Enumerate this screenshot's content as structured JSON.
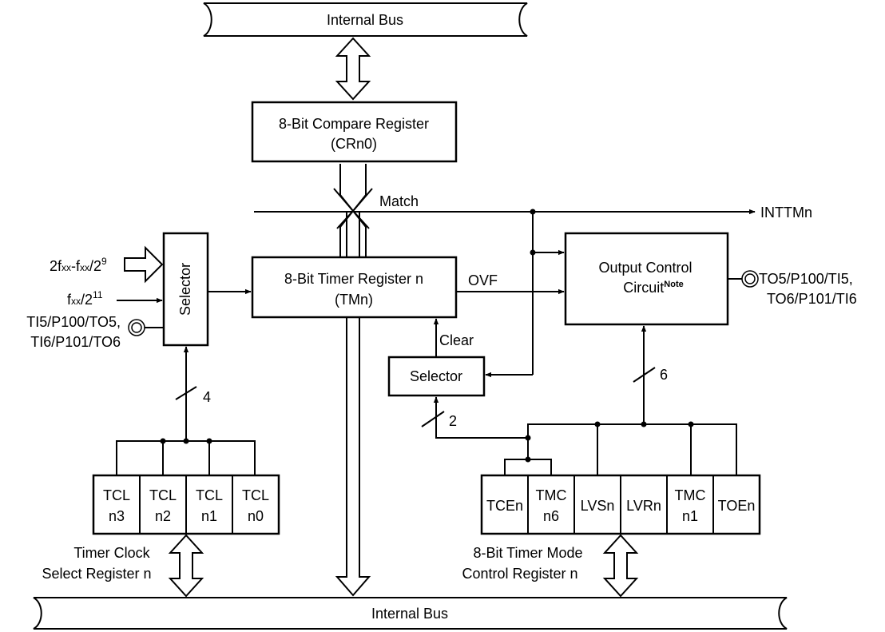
{
  "diagram": {
    "internal_bus_top": "Internal Bus",
    "internal_bus_bottom": "Internal Bus",
    "compare_register": {
      "line1": "8-Bit Compare Register",
      "line2": "(CRn0)"
    },
    "timer_register": {
      "line1": "8-Bit Timer Register n",
      "line2": "(TMn)"
    },
    "selector_left": "Selector",
    "selector_clear": "Selector",
    "output_control": {
      "line1": "Output Control",
      "line2": "Circuit",
      "note": "Note"
    },
    "signals": {
      "match": "Match",
      "inttm": "INTTMn",
      "ovf": "OVF",
      "clear": "Clear",
      "width_4": "4",
      "width_2": "2",
      "width_6": "6"
    },
    "inputs": {
      "clk_range": {
        "a": "2f",
        "b": "xx",
        "c": "-f",
        "d": "xx",
        "e": "/2",
        "exp": "9"
      },
      "clk_div": {
        "a": "f",
        "b": "xx",
        "c": "/2",
        "exp": "11"
      },
      "ti_line1": "TI5/P100/TO5,",
      "ti_line2": "TI6/P101/TO6"
    },
    "outputs": {
      "to_line1": "TO5/P100/TI5,",
      "to_line2": "TO6/P101/TI6"
    },
    "tcl_bits": [
      {
        "top": "TCL",
        "bottom": "n3"
      },
      {
        "top": "TCL",
        "bottom": "n2"
      },
      {
        "top": "TCL",
        "bottom": "n1"
      },
      {
        "top": "TCL",
        "bottom": "n0"
      }
    ],
    "tmc_bits": [
      {
        "top": "TCEn",
        "bottom": ""
      },
      {
        "top": "TMC",
        "bottom": "n6"
      },
      {
        "top": "LVSn",
        "bottom": ""
      },
      {
        "top": "LVRn",
        "bottom": ""
      },
      {
        "top": "TMC",
        "bottom": "n1"
      },
      {
        "top": "TOEn",
        "bottom": ""
      }
    ],
    "tcl_register_name": {
      "line1": "Timer Clock",
      "line2": "Select Register n"
    },
    "tmc_register_name": {
      "line1": "8-Bit Timer Mode",
      "line2": "Control Register n"
    }
  }
}
